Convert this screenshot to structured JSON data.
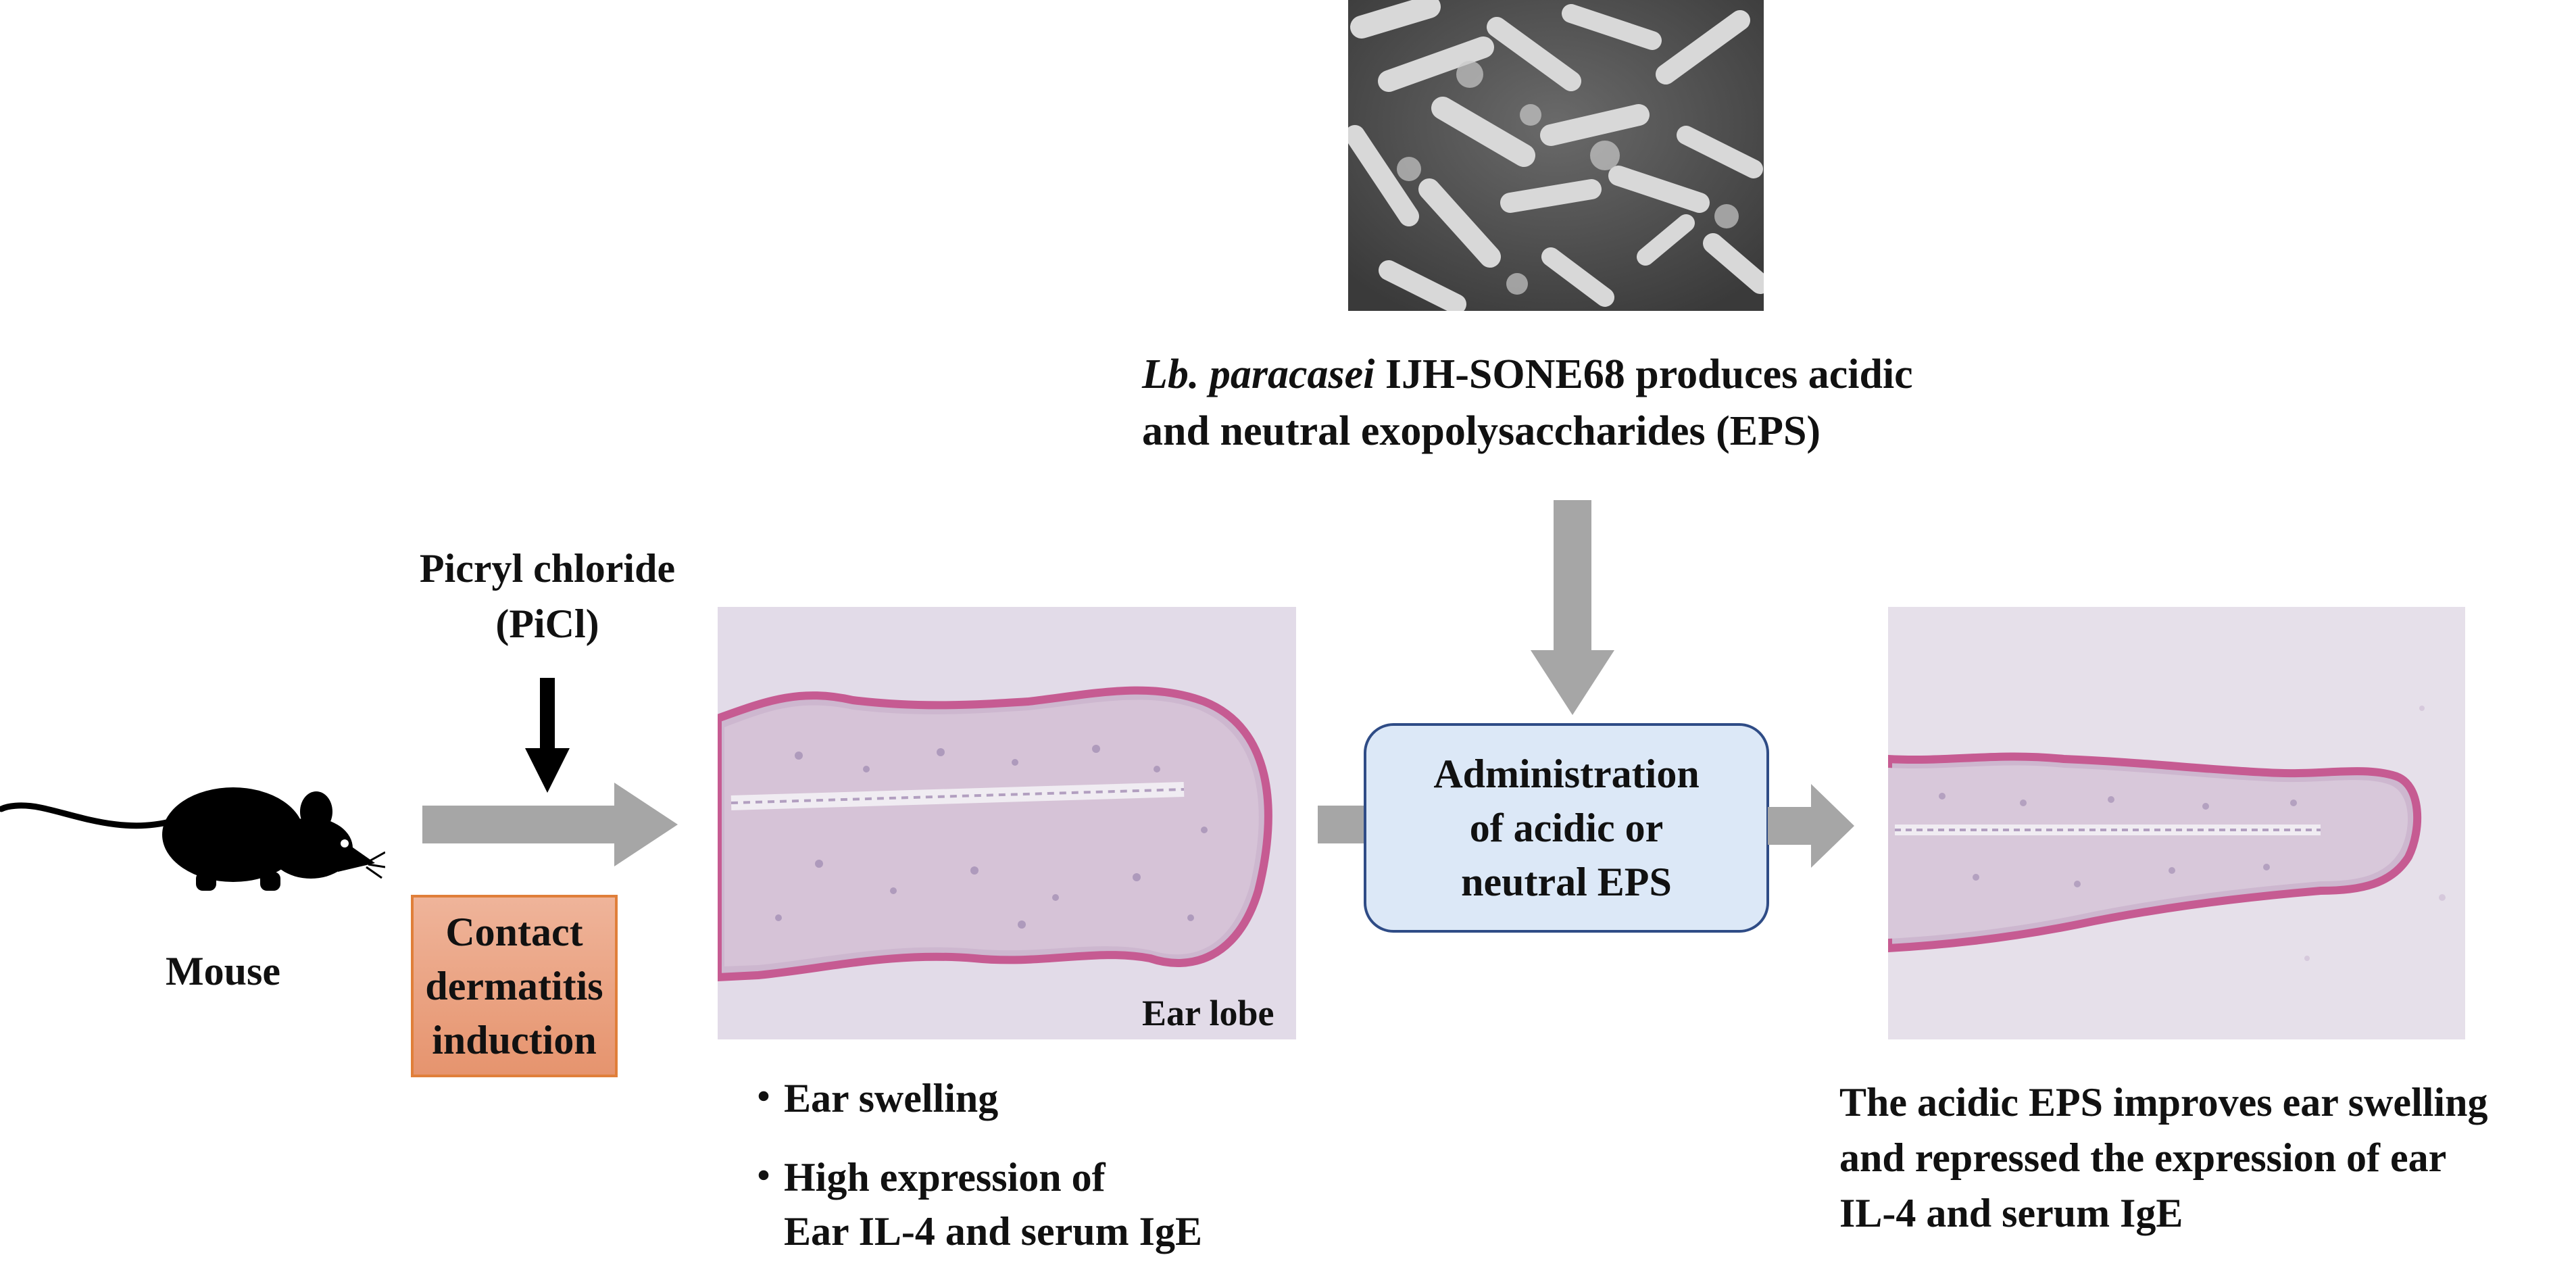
{
  "caption_eps": {
    "species": "Lb. paracasei",
    "rest_line1": " IJH-SONE68 produces acidic",
    "line2": "and neutral exopolysaccharides (EPS)"
  },
  "picl_label": {
    "line1": "Picryl chloride",
    "line2": "(PiCl)"
  },
  "mouse_label": "Mouse",
  "induction_box": {
    "line1": "Contact",
    "line2": "dermatitis",
    "line3": "induction"
  },
  "admin_box": {
    "line1": "Administration",
    "line2": "of acidic or",
    "line3": "neutral EPS"
  },
  "earlobe_label": "Ear lobe",
  "bullets": {
    "mark": "・",
    "item1": "Ear swelling",
    "item2_line1": "High expression of",
    "item2_line2": "Ear IL-4 and serum IgE"
  },
  "outcome": {
    "line1": "The acidic EPS improves ear swelling",
    "line2": "and repressed the expression of ear",
    "line3": "IL-4 and serum IgE"
  },
  "colors": {
    "gray_arrow": "#a6a6a6",
    "black_arrow": "#000000",
    "induction_fill": "#e99f7c",
    "induction_border": "#e07f3a",
    "admin_fill": "#dce8f7",
    "admin_border": "#2f4c86",
    "tissue_pink": "#c65b92"
  }
}
